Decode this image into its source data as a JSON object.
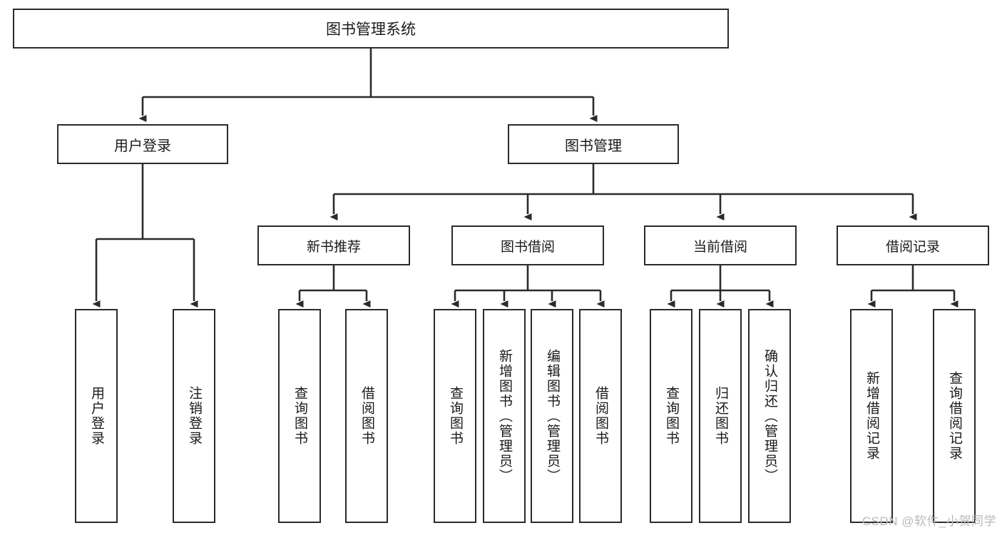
{
  "diagram": {
    "type": "tree",
    "title": "图书管理系统",
    "watermark": "CSDN @软件_小贺同学",
    "colors": {
      "background": "#ffffff",
      "box_border": "#2b2b2b",
      "box_fill": "#ffffff",
      "connector": "#2b2b2b",
      "text": "#1a1a1a",
      "watermark": "#b9b9b9"
    },
    "nodes": {
      "root": {
        "label": "图书管理系统"
      },
      "level2": [
        {
          "id": "user-login",
          "label": "用户登录"
        },
        {
          "id": "book-manage",
          "label": "图书管理"
        }
      ],
      "level3": [
        {
          "id": "new-book-recommend",
          "label": "新书推荐"
        },
        {
          "id": "book-borrow",
          "label": "图书借阅"
        },
        {
          "id": "current-borrow",
          "label": "当前借阅"
        },
        {
          "id": "borrow-record",
          "label": "借阅记录"
        }
      ],
      "leaves": {
        "user_login": [
          {
            "id": "leaf-user-login",
            "label": "用户登录"
          },
          {
            "id": "leaf-logout-login",
            "label": "注销登录"
          }
        ],
        "new_book_recommend": [
          {
            "id": "leaf-query-book-1",
            "label": "查询图书"
          },
          {
            "id": "leaf-borrow-book-1",
            "label": "借阅图书"
          }
        ],
        "book_borrow": [
          {
            "id": "leaf-query-book-2",
            "label": "查询图书"
          },
          {
            "id": "leaf-add-book",
            "label": "新增图书（管理员）"
          },
          {
            "id": "leaf-edit-book",
            "label": "编辑图书（管理员）"
          },
          {
            "id": "leaf-borrow-book-2",
            "label": "借阅图书"
          }
        ],
        "current_borrow": [
          {
            "id": "leaf-query-book-3",
            "label": "查询图书"
          },
          {
            "id": "leaf-return-book",
            "label": "归还图书"
          },
          {
            "id": "leaf-confirm-return",
            "label": "确认归还（管理员）"
          }
        ],
        "borrow_record": [
          {
            "id": "leaf-add-record",
            "label": "新增借阅记录"
          },
          {
            "id": "leaf-query-record",
            "label": "查询借阅记录"
          }
        ]
      }
    }
  }
}
